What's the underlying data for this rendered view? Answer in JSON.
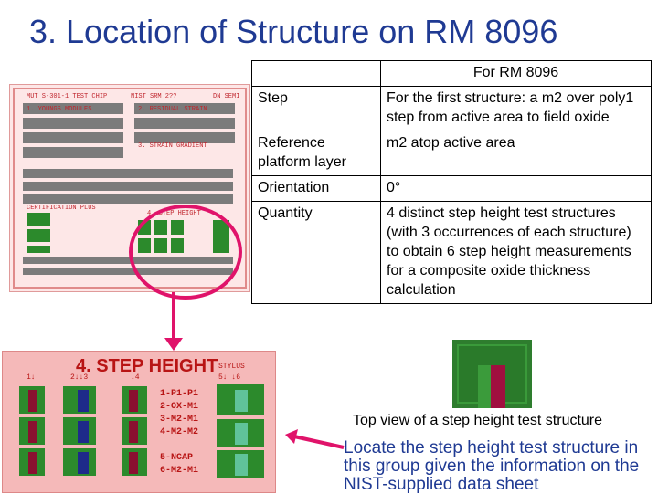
{
  "slide": {
    "title": "3.  Location of Structure on RM 8096",
    "table": {
      "header": "For RM 8096",
      "rows": [
        {
          "label": "Step",
          "value": "For the first structure: a m2 over poly1 step from active area to field oxide"
        },
        {
          "label": "Reference platform layer",
          "value": "m2 atop active area"
        },
        {
          "label": "Orientation",
          "value": "0°"
        },
        {
          "label": "Quantity",
          "value": "4 distinct step height test structures (with 3 occurrences of each structure) to obtain 6 step height measurements for a composite oxide thickness calculation"
        }
      ]
    },
    "chip_image": {
      "labels": [
        "MUT S-301-1 TEST CHIP",
        "NIST SRM 2??",
        "DN SEMI",
        "1. YOUNGS MODULES",
        "2. RESIDUAL STRAIN",
        "3. STRAIN GRADIENT",
        "CERTIFICATION PLUS",
        "4. STEP HEIGHT"
      ]
    },
    "zoom_image": {
      "title": "4. STEP HEIGHT",
      "stylus_label": "STYLUS",
      "column_labels": [
        "1↓",
        "2↓↓3",
        "↓4",
        "5↓ ↓6"
      ],
      "legend": [
        "1-P1-P1",
        "2-OX-M1",
        "3-M2-M1",
        "4-M2-M2",
        "5-NCAP",
        "6-M2-M1"
      ]
    },
    "captions": {
      "top_view": "Top view of a step height test structure",
      "instruction": "Locate the step height test structure in this group given the information on the NIST-supplied data sheet"
    },
    "colors": {
      "title": "#1f3a93",
      "arrow": "#e0136a",
      "green": "#2e7d2e",
      "red": "#a01040"
    }
  }
}
